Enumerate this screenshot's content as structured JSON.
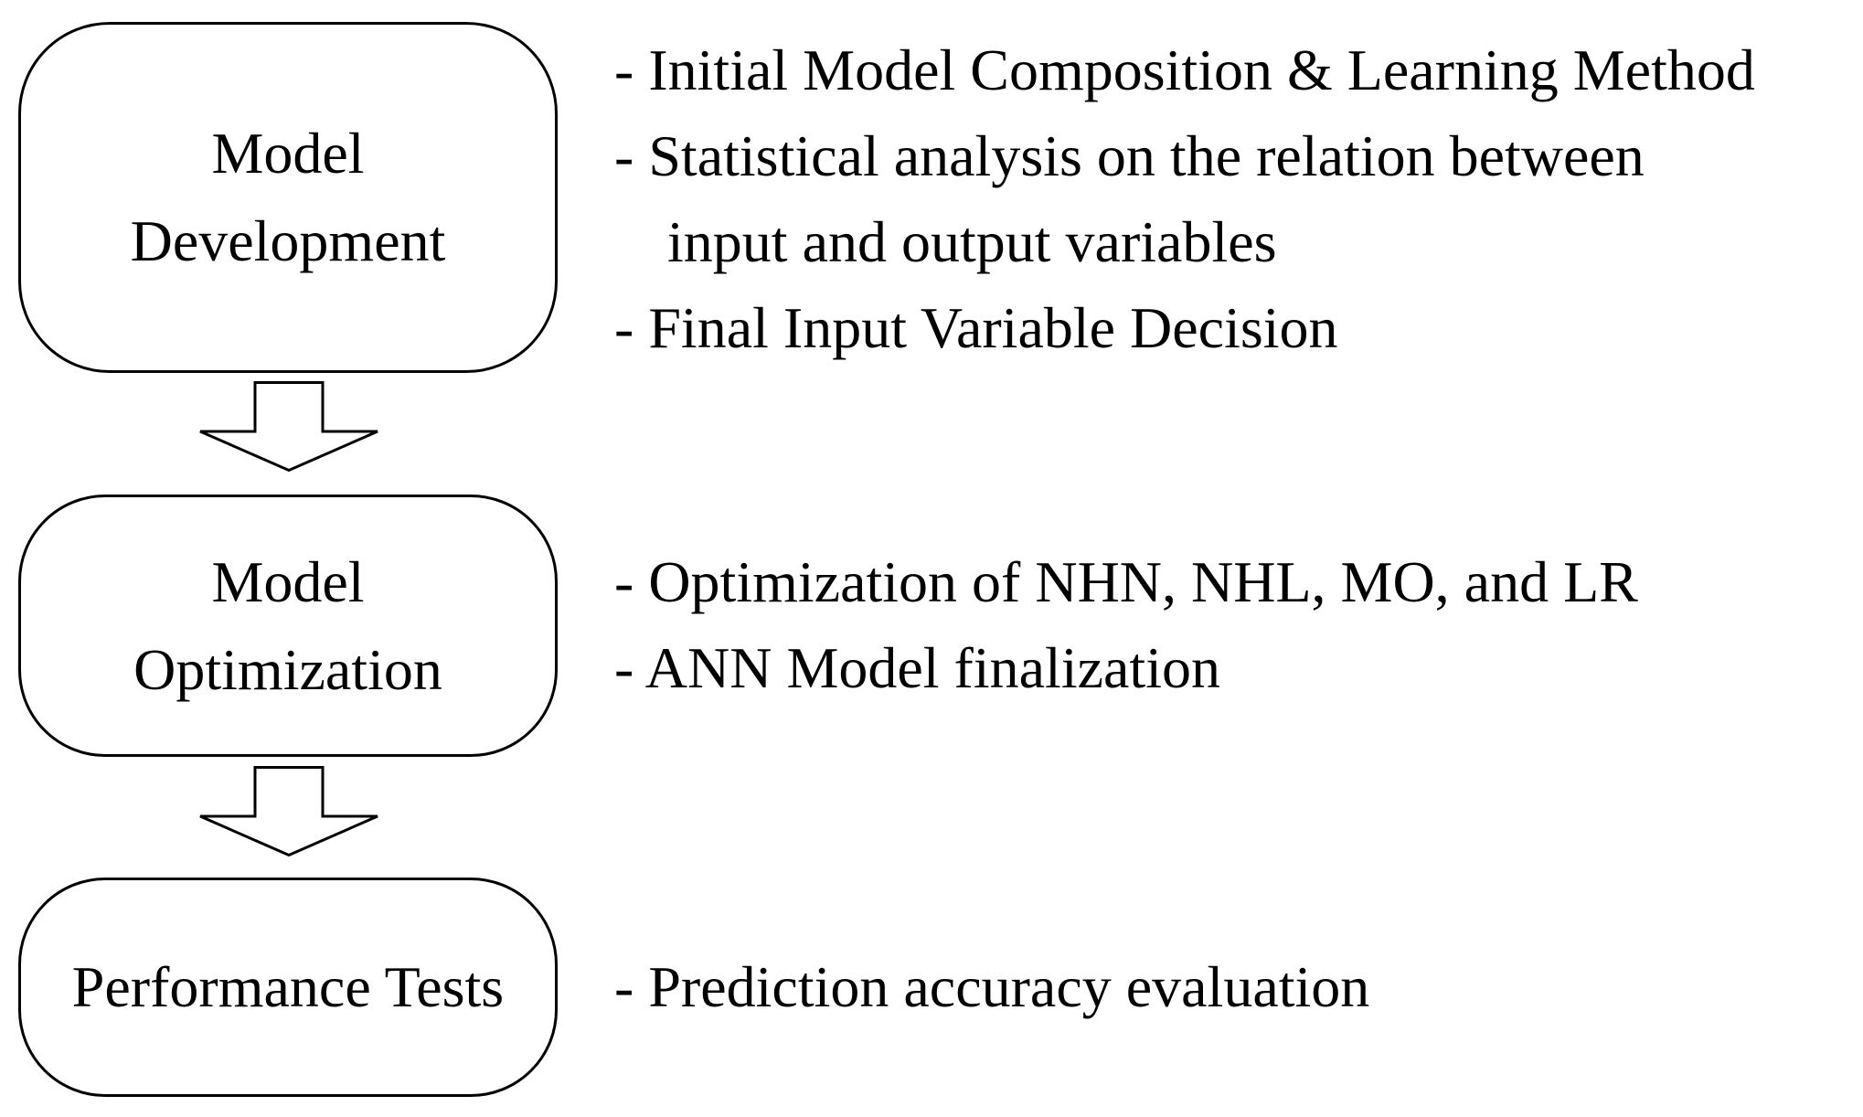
{
  "stages": [
    {
      "id": "development",
      "title_lines": [
        "Model",
        "Development"
      ],
      "notes": [
        "- Initial Model Composition & Learning Method",
        "- Statistical analysis on the relation between",
        "input and output variables",
        "- Final Input Variable Decision"
      ]
    },
    {
      "id": "optimization",
      "title_lines": [
        "Model",
        "Optimization"
      ],
      "notes": [
        "- Optimization of NHN, NHL, MO, and LR",
        "- ANN Model finalization"
      ]
    },
    {
      "id": "performance",
      "title_lines": [
        "Performance Tests"
      ],
      "notes": [
        "- Prediction accuracy evaluation"
      ]
    }
  ],
  "colors": {
    "stroke": "#000000",
    "fill": "#ffffff",
    "text": "#000000"
  },
  "icons": {
    "flow_arrow": "down-block-arrow-icon"
  }
}
